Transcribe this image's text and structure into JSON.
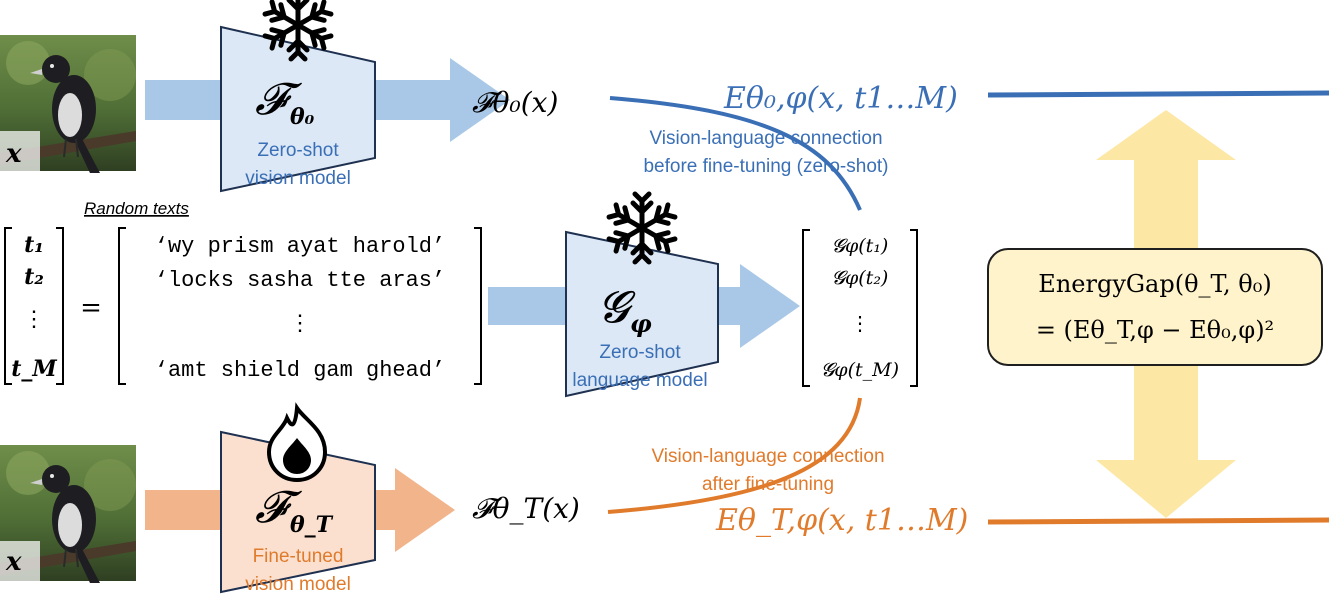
{
  "colors": {
    "zero_shot_blue": "#3a6fb6",
    "fine_tuned_orange": "#e07b2c",
    "blue_arrow": "#a9c8e8",
    "orange_arrow": "#f2b48a",
    "gap_arrow": "#fde7a4",
    "energy_box_fill": "#fff3cc"
  },
  "icons": {
    "frozen": "snowflake-icon",
    "trainable": "flame-icon",
    "input_image": "bird-photo"
  },
  "image_label": "x",
  "top_row": {
    "model_symbol": "𝓕",
    "model_subscript": "θ₀",
    "model_caption_line1": "Zero-shot",
    "model_caption_line2": "vision model",
    "output": "𝓕θ₀(x)",
    "energy": "Eθ₀,φ(x, t1…M)",
    "connection_line1": "Vision-language connection",
    "connection_line2": "before fine-tuning (zero-shot)"
  },
  "middle_row": {
    "random_texts_label": "Random texts",
    "t_vector": [
      "t₁",
      "t₂",
      "⋮",
      "t_M"
    ],
    "equals": "=",
    "texts": [
      "‘wy prism ayat harold’",
      "‘locks sasha tte aras’",
      "⋮",
      "‘amt shield gam ghead’"
    ],
    "language_model_symbol": "𝓖",
    "language_model_subscript": "φ",
    "language_caption_line1": "Zero-shot",
    "language_caption_line2": "language model",
    "embeddings": [
      "𝓖φ(t₁)",
      "𝓖φ(t₂)",
      "⋮",
      "𝓖φ(t_M)"
    ]
  },
  "bottom_row": {
    "model_symbol": "𝓕",
    "model_subscript": "θ_T",
    "model_caption_line1": "Fine-tuned",
    "model_caption_line2": "vision model",
    "output": "𝓕θ_T(x)",
    "energy": "Eθ_T,φ(x, t1…M)",
    "connection_line1": "Vision-language connection",
    "connection_line2": "after fine-tuning"
  },
  "energy_gap": {
    "line1": "EnergyGap(θ_T, θ₀)",
    "line2": "= (Eθ_T,φ − Eθ₀,φ)²"
  }
}
